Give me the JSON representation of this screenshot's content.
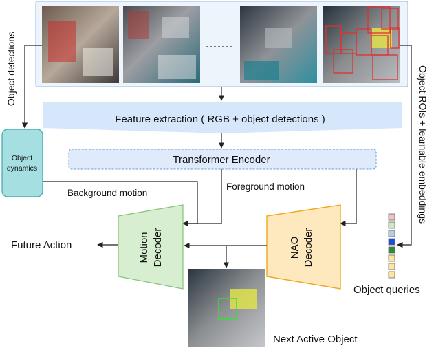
{
  "labels": {
    "object_detections": "Object detections",
    "object_rois": "Object ROIs + learnable embeddings",
    "feature_extraction": "Feature extraction ( RGB + object detections )",
    "transformer_encoder": "Transformer Encoder",
    "object_dynamics_line1": "Object",
    "object_dynamics_line2": "dynamics",
    "background_motion": "Background motion",
    "foreground_motion": "Foreground motion",
    "motion_decoder_line1": "Motion",
    "motion_decoder_line2": "Decoder",
    "nao_decoder_line1": "NAO",
    "nao_decoder_line2": "Decoder",
    "future_action": "Future Action",
    "object_queries": "Object queries",
    "next_active_object": "Next Active Object"
  },
  "colors": {
    "frames_panel_fill": "#eef4fb",
    "frames_panel_stroke": "#a9c5e6",
    "feature_fill": "#d6e7fb",
    "encoder_fill": "#dfeafa",
    "encoder_stroke": "#6a9ad8",
    "dynamics_fill": "#a5dfe2",
    "dynamics_stroke": "#3aa9ae",
    "motion_fill": "#d7eed0",
    "motion_stroke": "#87c27a",
    "nao_fill": "#fde9bd",
    "nao_stroke": "#f1a81e",
    "detection_box": "#e23030",
    "nao_box": "#35e035"
  },
  "object_query_colors": [
    "#f6c0c0",
    "#cfe8c4",
    "#b9cde0",
    "#1f4fd6",
    "#2f8f2f",
    "#fbe6a0",
    "#fbe6a0",
    "#fbe6a0"
  ]
}
